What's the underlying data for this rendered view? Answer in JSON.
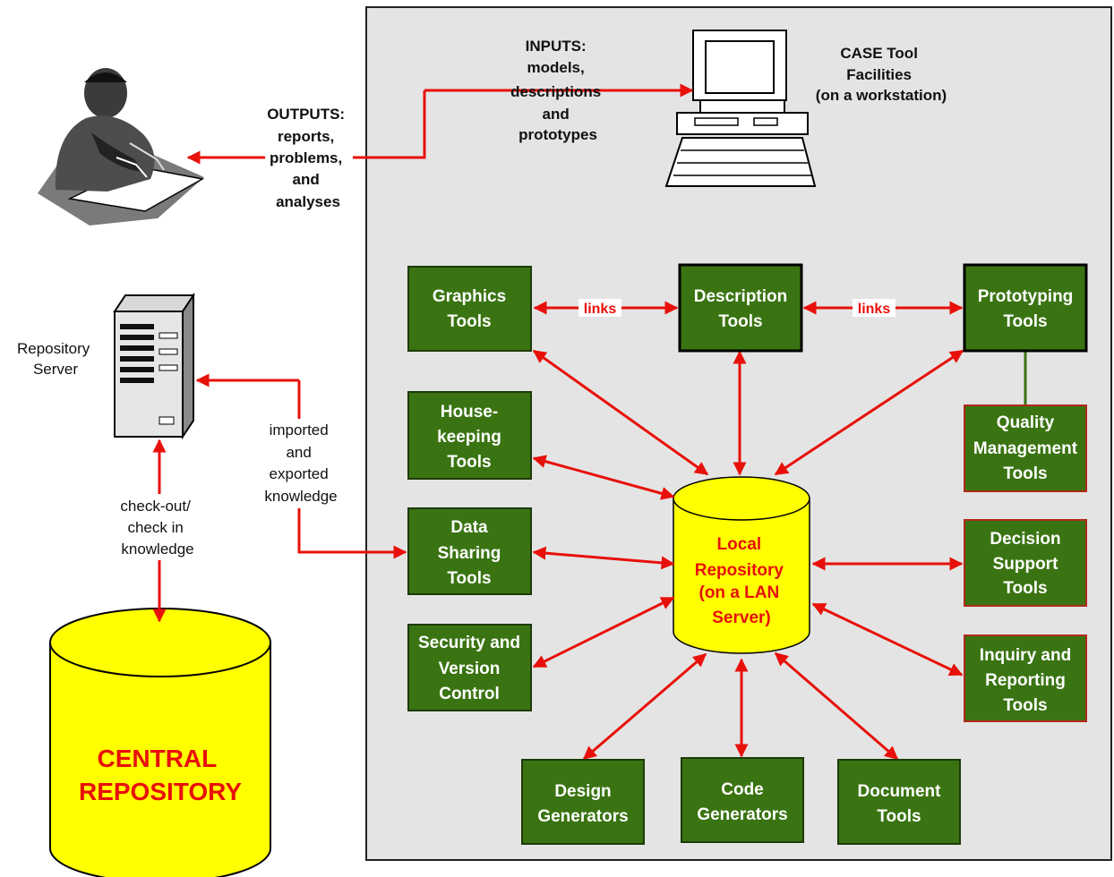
{
  "case_environment": {
    "workstation_label": [
      "CASE Tool",
      "Facilities",
      "(on a workstation)"
    ],
    "inputs_label": [
      "INPUTS:",
      "models,",
      "descriptions",
      "and",
      "prototypes"
    ],
    "outputs_label": [
      "OUTPUTS:",
      "reports,",
      "problems,",
      "and",
      "analyses"
    ],
    "link_label": "links"
  },
  "repository_server": {
    "label": [
      "Repository",
      "Server"
    ],
    "imported_label": [
      "imported",
      "and",
      "exported",
      "knowledge"
    ],
    "checkout_label": [
      "check-out/",
      "check in",
      "knowledge"
    ]
  },
  "central_repository": {
    "label": [
      "CENTRAL",
      "REPOSITORY"
    ]
  },
  "local_repository": {
    "label": [
      "Local",
      "Repository",
      "(on a LAN",
      "Server)"
    ]
  },
  "tools": [
    {
      "id": "graphics",
      "lines": [
        "Graphics",
        "Tools"
      ]
    },
    {
      "id": "description",
      "lines": [
        "Description",
        "Tools"
      ]
    },
    {
      "id": "prototyping",
      "lines": [
        "Prototyping",
        "Tools"
      ]
    },
    {
      "id": "housekeeping",
      "lines": [
        "House-",
        "keeping",
        "Tools"
      ]
    },
    {
      "id": "quality",
      "lines": [
        "Quality",
        "Management",
        "Tools"
      ]
    },
    {
      "id": "datasharing",
      "lines": [
        "Data",
        "Sharing",
        "Tools"
      ]
    },
    {
      "id": "decision",
      "lines": [
        "Decision",
        "Support",
        "Tools"
      ]
    },
    {
      "id": "security",
      "lines": [
        "Security and",
        "Version",
        "Control"
      ]
    },
    {
      "id": "inquiry",
      "lines": [
        "Inquiry and",
        "Reporting",
        "Tools"
      ]
    },
    {
      "id": "design",
      "lines": [
        "Design",
        "Generators"
      ]
    },
    {
      "id": "code",
      "lines": [
        "Code",
        "Generators"
      ]
    },
    {
      "id": "document",
      "lines": [
        "Document",
        "Tools"
      ]
    }
  ],
  "colors": {
    "tool_fill": "#3a7412",
    "arrow": "#e8100a",
    "repo_fill": "#ffff00",
    "panel": "#e4e4e4"
  }
}
